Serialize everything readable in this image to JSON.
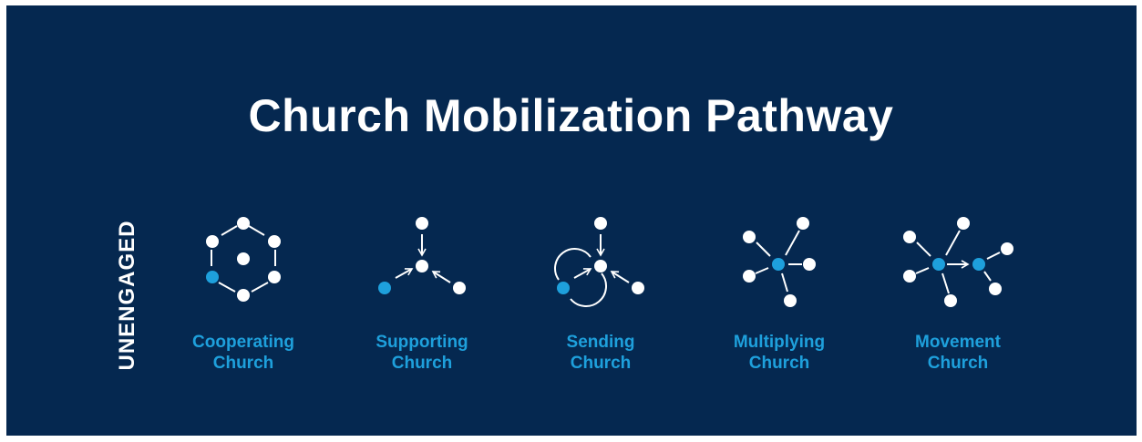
{
  "title": "Church Mobilization Pathway",
  "side_label": "UNENGAGED",
  "colors": {
    "background": "#052850",
    "node_white": "#ffffff",
    "node_accent": "#1ea0dc",
    "label": "#1ea0dc"
  },
  "stages": [
    {
      "line1": "Cooperating",
      "line2": "Church",
      "icon": "circle-of-nodes-icon"
    },
    {
      "line1": "Supporting",
      "line2": "Church",
      "icon": "converging-arrows-icon"
    },
    {
      "line1": "Sending",
      "line2": "Church",
      "icon": "sending-cycle-icon"
    },
    {
      "line1": "Multiplying",
      "line2": "Church",
      "icon": "hub-network-icon"
    },
    {
      "line1": "Movement",
      "line2": "Church",
      "icon": "linked-hubs-icon"
    }
  ]
}
